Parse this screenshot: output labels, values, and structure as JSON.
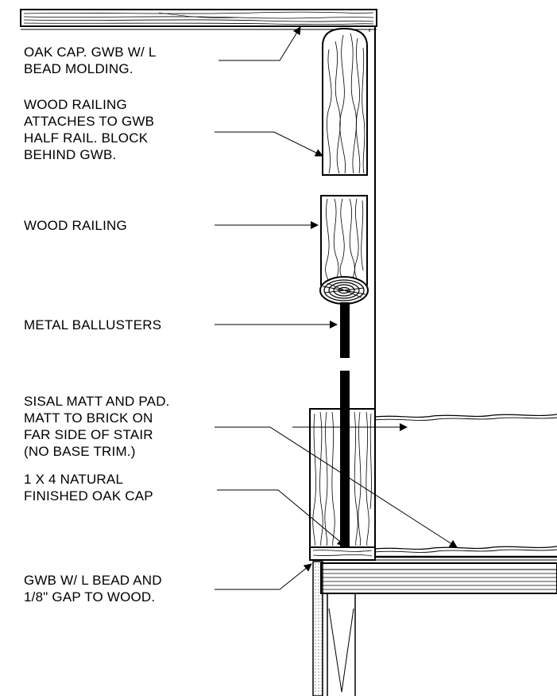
{
  "labels": {
    "oak_cap": [
      "OAK CAP. GWB W/ L",
      "BEAD MOLDING."
    ],
    "wood_railing_attach": [
      "WOOD RAILING",
      "ATTACHES TO GWB",
      "HALF RAIL. BLOCK",
      "BEHIND GWB."
    ],
    "wood_railing": [
      "WOOD RAILING"
    ],
    "metal_ballusters": [
      "METAL BALLUSTERS"
    ],
    "sisal_matt": [
      "SISAL MATT AND PAD.",
      "MATT TO BRICK ON",
      "FAR SIDE OF STAIR",
      "(NO BASE TRIM.)"
    ],
    "natural_oak_cap": [
      "1 X 4 NATURAL",
      "FINISHED OAK CAP"
    ],
    "gwb_bead": [
      "GWB W/ L BEAD AND",
      "1/8\" GAP TO WOOD."
    ]
  },
  "colors": {
    "ink": "#000000",
    "paper": "#ffffff"
  }
}
